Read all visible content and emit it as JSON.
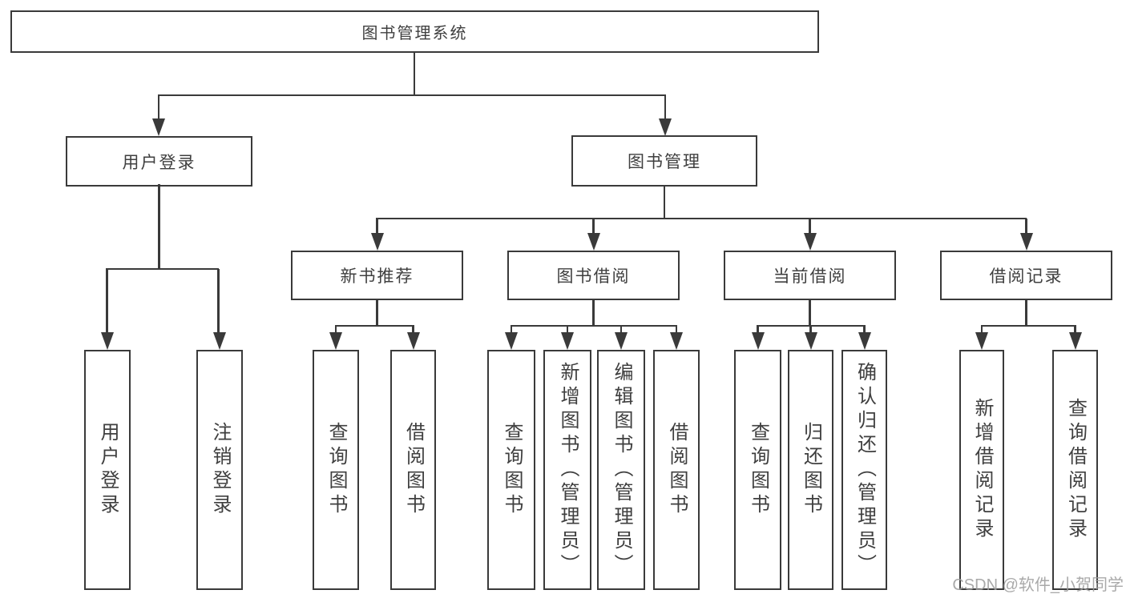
{
  "diagram": {
    "root": {
      "label": "图书管理系统"
    },
    "level2": [
      {
        "label": "用户登录"
      },
      {
        "label": "图书管理"
      }
    ],
    "level3": [
      {
        "label": "新书推荐"
      },
      {
        "label": "图书借阅"
      },
      {
        "label": "当前借阅"
      },
      {
        "label": "借阅记录"
      }
    ],
    "leaves": [
      {
        "label": "用户登录"
      },
      {
        "label": "注销登录"
      },
      {
        "label": "查询图书"
      },
      {
        "label": "借阅图书"
      },
      {
        "label": "查询图书"
      },
      {
        "label": "新增图书（管理员）"
      },
      {
        "label": "编辑图书（管理员）"
      },
      {
        "label": "借阅图书"
      },
      {
        "label": "查询图书"
      },
      {
        "label": "归还图书"
      },
      {
        "label": "确认归还（管理员）"
      },
      {
        "label": "新增借阅记录"
      },
      {
        "label": "查询借阅记录"
      }
    ]
  },
  "watermark": {
    "text": "CSDN @软件_小贺同学"
  },
  "colors": {
    "line": "#3a3a3a",
    "text": "#3f3f3f",
    "watermark": "#9e9e9e",
    "background": "#ffffff"
  }
}
